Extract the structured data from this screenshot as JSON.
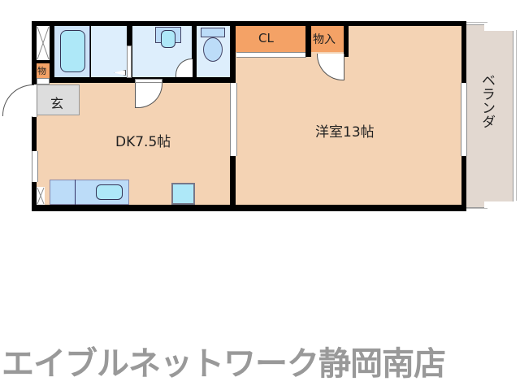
{
  "floorplan": {
    "rooms": {
      "dk": {
        "label": "DK7.5帖",
        "color": "#f4d3b4"
      },
      "western": {
        "label": "洋室13帖",
        "color": "#f4d3b4"
      },
      "closet": {
        "label": "CL",
        "color": "#f4a266"
      },
      "storage": {
        "label": "物入",
        "color": "#f4a266"
      },
      "small_storage": {
        "label": "物",
        "color": "#f4a266"
      },
      "entrance": {
        "label": "玄",
        "color": "#dddddd"
      },
      "balcony": {
        "label": "ベランダ",
        "color": "#e2d8d0"
      },
      "bathroom": {
        "color": "#cde3f8"
      },
      "washroom": {
        "color": "#ddeefc"
      },
      "toilet": {
        "color": "#ddeefc"
      }
    },
    "fixtures": {
      "fixture_fill": "#aee8f8",
      "counter_fill": "#bcdcf8"
    }
  },
  "footer": {
    "company": "エイブルネットワーク静岡南店"
  }
}
